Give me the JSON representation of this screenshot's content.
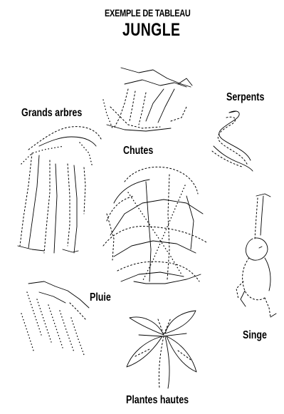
{
  "header": {
    "subtitle": "EXEMPLE DE TABLEAU",
    "title": "JUNGLE"
  },
  "labels": {
    "grands_arbres": "Grands arbres",
    "serpents": "Serpents",
    "chutes": "Chutes",
    "pluie": "Pluie",
    "singe": "Singe",
    "plantes_hautes": "Plantes hautes"
  }
}
